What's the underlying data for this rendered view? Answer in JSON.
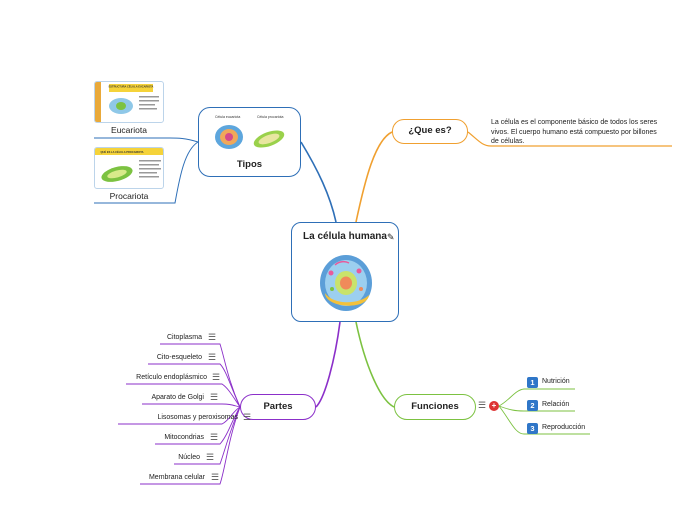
{
  "central": {
    "title": "La célula humana"
  },
  "tipos": {
    "title": "Tipos",
    "image_labels": [
      "Célula eucariota",
      "Célula procariota"
    ],
    "children": [
      {
        "label": "Eucariota",
        "thumb_title": "ESTRUCTURA CÉLULA EUCARIOTA"
      },
      {
        "label": "Procariota",
        "thumb_title": "QUÉ ES LA CÉLULA PROCARIOTA"
      }
    ]
  },
  "quees": {
    "title": "¿Que es?",
    "text": "La célula es el componente básico de todos los seres vivos. El cuerpo humano está compuesto por billones de células."
  },
  "partes": {
    "title": "Partes",
    "items": [
      "Citoplasma",
      "Cito-esqueleto",
      "Retículo endoplásmico",
      "Aparato de Golgi",
      "Lisosomas y peroxisomas",
      "Mitocondrias",
      "Núcleo",
      "Membrana celular"
    ]
  },
  "funciones": {
    "title": "Funciones",
    "items": [
      {
        "num": "1",
        "label": "Nutrición"
      },
      {
        "num": "2",
        "label": "Relación"
      },
      {
        "num": "3",
        "label": "Reproducción"
      }
    ]
  },
  "colors": {
    "blue": "#2e6fb7",
    "orange": "#f0a030",
    "purple": "#8b2fc9",
    "green": "#7cc241",
    "badge": "#2f76c8"
  },
  "icons": {
    "notes": "notes-icon",
    "add": "add-icon",
    "edit": "pencil-icon"
  }
}
